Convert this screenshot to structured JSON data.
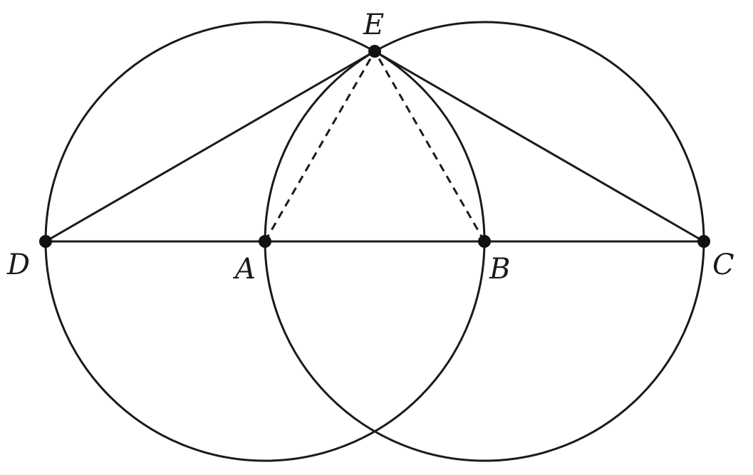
{
  "points": {
    "A": {
      "label": "A"
    },
    "B": {
      "label": "B"
    },
    "C": {
      "label": "C"
    },
    "D": {
      "label": "D"
    },
    "E": {
      "label": "E"
    }
  },
  "circles": [
    {
      "center": "A",
      "through": "B"
    },
    {
      "center": "B",
      "through": "A"
    }
  ],
  "segments": [
    {
      "from": "D",
      "to": "C",
      "style": "solid"
    },
    {
      "from": "D",
      "to": "E",
      "style": "solid"
    },
    {
      "from": "E",
      "to": "C",
      "style": "solid"
    },
    {
      "from": "A",
      "to": "E",
      "style": "dashed"
    },
    {
      "from": "B",
      "to": "E",
      "style": "dashed"
    }
  ],
  "colors": {
    "ink": "#1a1a1a",
    "background": "#ffffff"
  }
}
